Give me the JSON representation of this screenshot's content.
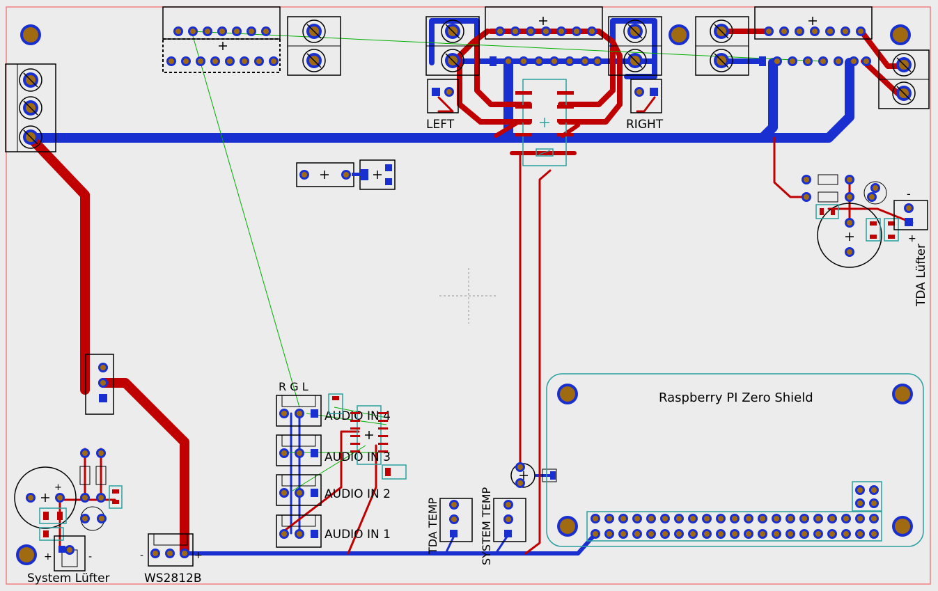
{
  "board": {
    "background": "#ececec",
    "outline_color": "#f08080",
    "silkscreen_color": "#000000",
    "top_copper_color": "#c00000",
    "bottom_copper_color": "#0000c0",
    "ratsnest_color": "#00b000",
    "pi_outline_color": "#2aa0a0",
    "pad_fill_color": "#a06a10"
  },
  "labels": {
    "left": "LEFT",
    "right": "RIGHT",
    "rgl": "R G L",
    "audio_in_4": "AUDIO IN 4",
    "audio_in_3": "AUDIO IN 3",
    "audio_in_2": "AUDIO IN 2",
    "audio_in_1": "AUDIO IN 1",
    "tda_temp": "TDA TEMP",
    "system_temp": "SYSTEM TEMP",
    "system_fan": "System Lüfter",
    "ws2812b": "WS2812B",
    "tda_fan": "TDA Lüfter",
    "pi_shield": "Raspberry PI Zero Shield",
    "plus": "+",
    "minus": "-"
  }
}
